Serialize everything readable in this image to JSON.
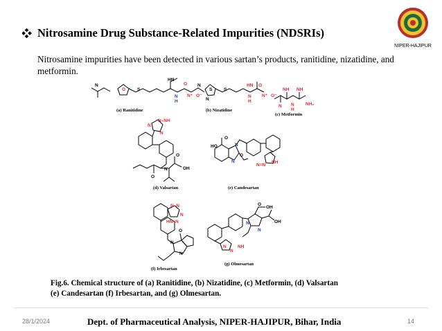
{
  "slide": {
    "heading": "Nitrosamine Drug Substance-Related Impurities (NDSRIs)",
    "intro": "Nitrosamine impurities have been detected in various sartan’s products, ranitidine, nizatidine, and metformin.",
    "logo_label": "NIPER-HAJIPUR",
    "figure": {
      "labels": {
        "a": "(a) Ranitidine",
        "b": "(b) Nizatidine",
        "c": "(c) Metformin",
        "d": "(d) Valsartan",
        "e": "(e) Candesartan",
        "f": "(f) Irbesartan",
        "g": "(g) Olmesartan"
      },
      "caption_line1": "Fig.6. Chemical structure of (a) Ranitidine, (b) Nizatidine, (c) Metformin, (d) Valsartan",
      "caption_line2": "(e) Candesartan (f) Irbesartan, and (g) Olmesartan."
    },
    "footer": {
      "date": "28/1/2024",
      "dept": "Dept. of Pharmaceutical Analysis, NIPER-HAJIPUR, Bihar, India",
      "page": "14"
    }
  },
  "colors": {
    "heteroatom_red": "#e3262b",
    "heteroatom_blue": "#1f3fb5",
    "line": "#000000"
  },
  "icons": {
    "bullet": "diamond-four-bullet-icon",
    "logo": "institute-seal-icon"
  }
}
